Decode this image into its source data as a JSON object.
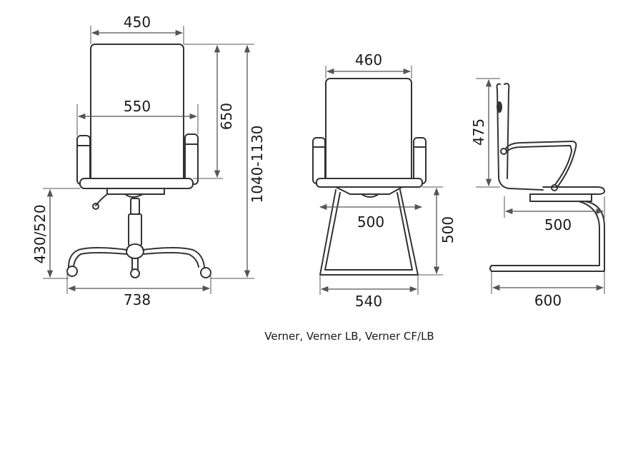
{
  "views": {
    "office_chair": {
      "top_width": "450",
      "seat_width": "550",
      "back_height": "650",
      "total_height": "1040-1130",
      "seat_height": "430/520",
      "base_width": "738"
    },
    "visitor_front": {
      "top_width": "460",
      "depth": "500",
      "seat_height": "500",
      "base_width": "540"
    },
    "visitor_side": {
      "back_height": "475",
      "depth": "500",
      "length": "600"
    }
  },
  "caption": "Verner, Verner LB, Verner CF/LB"
}
